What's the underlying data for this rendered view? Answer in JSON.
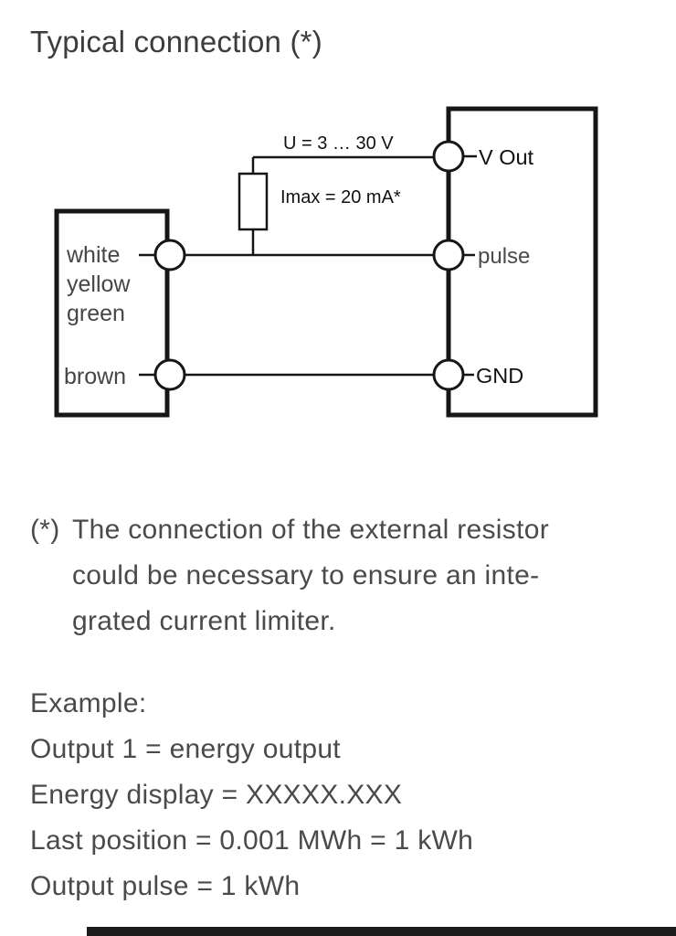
{
  "title": "Typical connection (*)",
  "diagram": {
    "labels": {
      "voltage": "U = 3 … 30 V",
      "current": "Imax = 20 mA*",
      "vout": "V Out",
      "pulse": "pulse",
      "gnd": "GND",
      "wire_white": "white",
      "wire_yellow": "yellow",
      "wire_green": "green",
      "wire_brown": "brown"
    },
    "colors": {
      "line": "#161616",
      "label_dark": "#111111",
      "label_gray": "#4b4b4b"
    }
  },
  "footnote": {
    "marker": "(*)",
    "line1": "The connection of the external resistor",
    "line2": "could be necessary to ensure an inte-",
    "line3": "grated current limiter."
  },
  "example": {
    "lines": [
      "Example:",
      "Output 1 = energy output",
      "Energy display = XXXXX.XXX",
      "Last position = 0.001 MWh = 1 kWh",
      "Output pulse = 1 kWh"
    ]
  }
}
